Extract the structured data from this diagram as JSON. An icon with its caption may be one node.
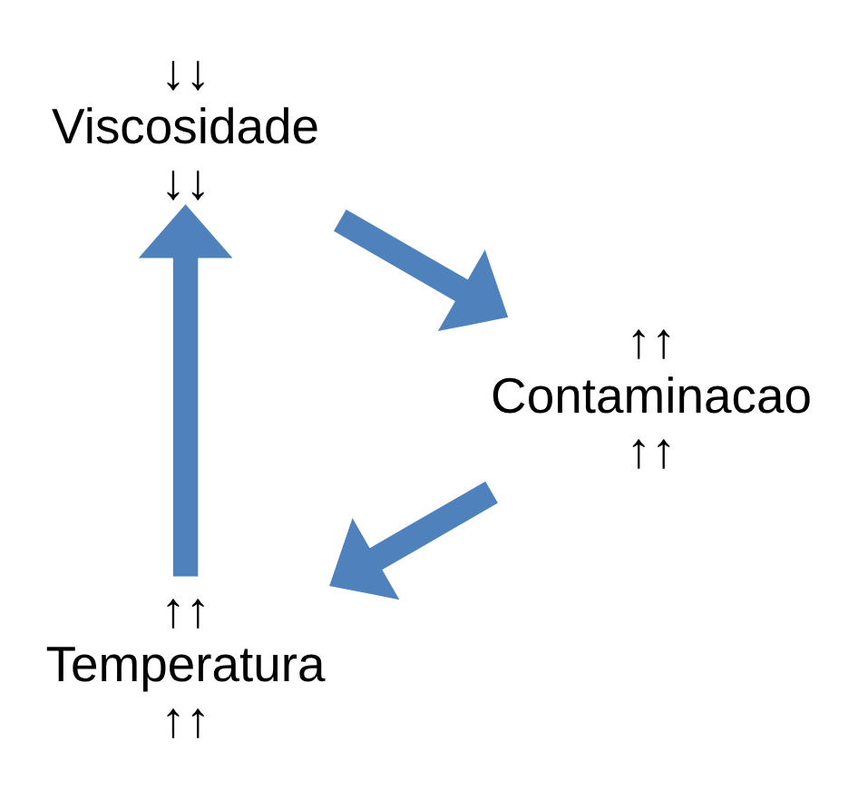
{
  "diagram": {
    "nodes": [
      {
        "text": [
          "↑↑",
          "Temperatura",
          "↑↑"
        ]
      },
      {
        "text": [
          "↓↓",
          "Viscosidade",
          "↓↓"
        ]
      },
      {
        "text": [
          "↑↑",
          "Contaminacao",
          "↑↑"
        ]
      }
    ],
    "edges": [
      {
        "from": 0,
        "to": 1,
        "arrow": "to"
      },
      {
        "from": 1,
        "to": 2,
        "arrow": "to"
      },
      {
        "from": 2,
        "to": 0,
        "arrow": "to"
      }
    ]
  }
}
